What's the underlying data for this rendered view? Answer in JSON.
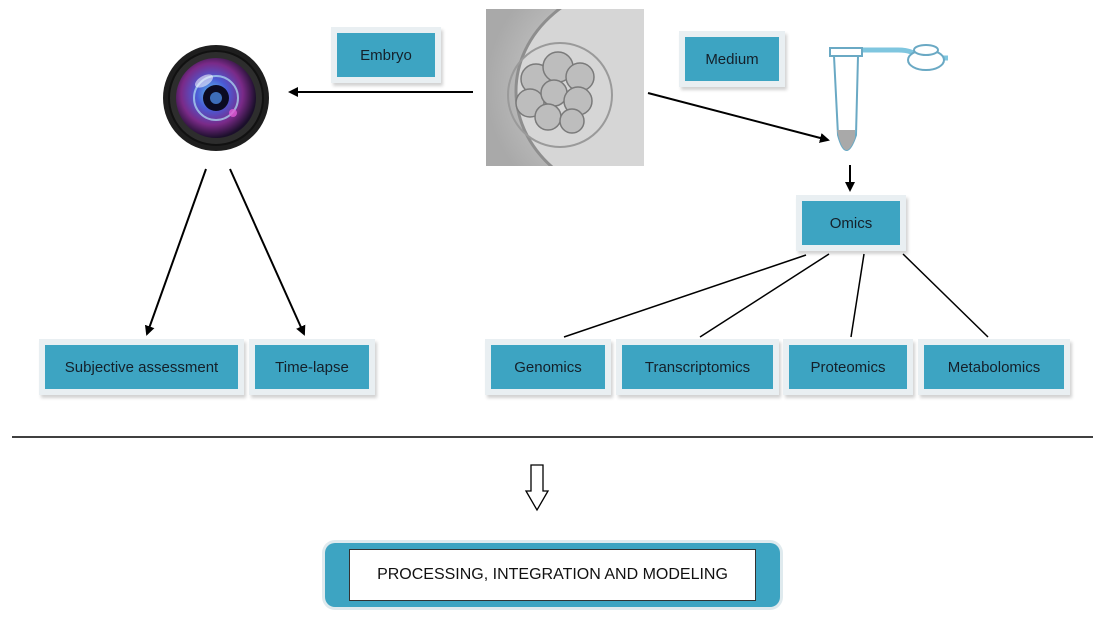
{
  "labels": {
    "embryo": "Embryo",
    "medium": "Medium",
    "omics": "Omics",
    "subjective": "Subjective assessment",
    "timelapse": "Time-lapse",
    "genomics": "Genomics",
    "transcriptomics": "Transcriptomics",
    "proteomics": "Proteomics",
    "metabolomics": "Metabolomics",
    "final": "PROCESSING, INTEGRATION AND MODELING"
  },
  "colors": {
    "box_fill": "#3da4c2",
    "box_frame": "#e9eff2",
    "arrow": "#000000",
    "line": "#000000"
  },
  "icons": {
    "camera": "camera-lens-icon",
    "tube": "microcentrifuge-tube-icon",
    "down_arrow": "hollow-down-arrow-icon"
  }
}
